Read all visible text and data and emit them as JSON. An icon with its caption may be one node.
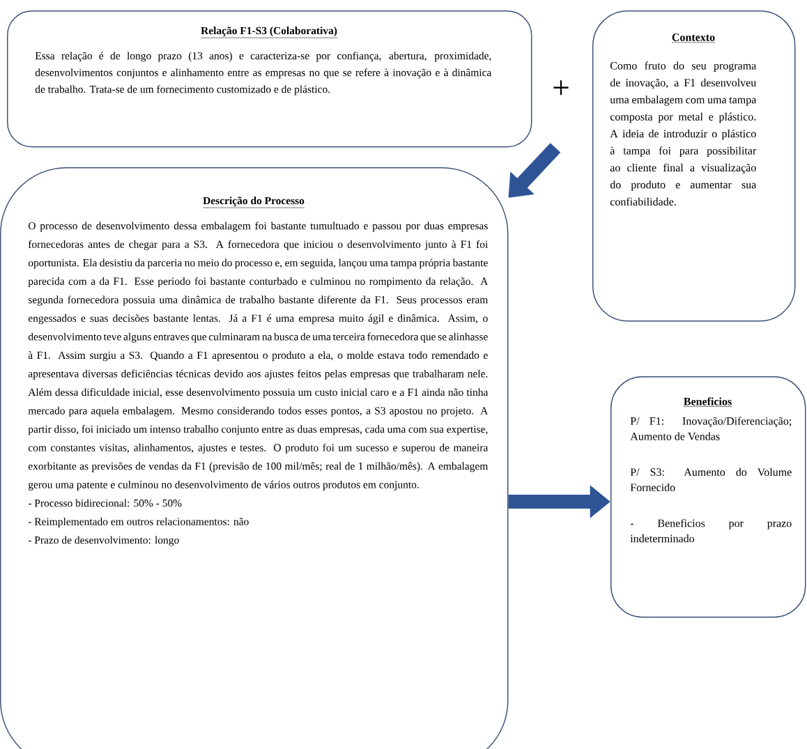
{
  "diagram": {
    "nodes": [
      {
        "text": [
          "Relação F1-S3 (Colaborativa)",
          "Essa relação é de longo prazo (13 anos) e caracteriza-se por confiança, abertura, proximidade, desenvolvimentos conjuntos e alinhamento entre as empresas no que se refere à inovação e à dinâmica de trabalho. Trata-se de um fornecimento customizado e de plástico."
        ]
      },
      {
        "text": [
          "Contexto",
          "Como fruto do seu programa de inovação, a F1 desenvolveu uma embalagem com uma tampa composta por metal e plástico. A ideia de introduzir o plástico à tampa foi para possibilitar ao cliente final a visualização do produto e aumentar sua confiabilidade."
        ]
      },
      {
        "text": [
          "Descrição do Processo",
          "O processo de desenvolvimento dessa embalagem foi bastante tumultuado e passou por duas empresas fornecedoras antes de chegar para a S3. A fornecedora que iniciou o desenvolvimento junto à F1 foi oportunista. Ela desistiu da parceria no meio do processo e, em seguida, lançou uma tampa própria bastante parecida com a da F1. Esse periodo foi bastante conturbado e culminou no rompimento da relação. A segunda fornecedora possuia uma dinâmica de trabalho bastante diferente da F1. Seus processos eram engessados e suas decisões bastante lentas. Já a F1 é uma empresa muito ágil e dinâmica. Assim, o desenvolvimento teve alguns entraves que culminaram na busca de uma terceira fornecedora que se alinhasse à F1. Assim surgiu a S3. Quando a F1 apresentou o produto a ela, o molde estava todo remendado e apresentava diversas deficiências técnicas devido aos ajustes feitos pelas empresas que trabalharam nele. Além dessa dificuldade inicial, esse desenvolvimento possuia um custo inicial caro e a F1 ainda não tinha mercado para aquela embalagem. Mesmo considerando todos esses pontos, a S3 apostou no projeto. A partir disso, foi iniciado um intenso trabalho conjunto entre as duas empresas, cada uma com sua expertise, com constantes visitas, alinhamentos, ajustes e testes. O produto foi um sucesso e superou de maneira exorbitante as previsões de vendas da F1 (previsão de 100 mil/mês; real de 1 milhão/mês). A embalagem gerou uma patente e culminou no desenvolvimento de vários outros produtos em conjunto.",
          "- Processo bidirecional: 50% - 50%",
          "- Reimplementado em outros relacionamentos: não",
          "- Prazo de desenvolvimento: longo"
        ]
      },
      {
        "text": [
          "Beneficios",
          "P/ F1: Inovação/Diferenciação; Aumento de Vendas",
          "P/ S3: Aumento do Volume Fornecido",
          "- Beneficios por prazo indeterminado"
        ]
      }
    ],
    "edges": [
      {
        "from": null,
        "to": 2,
        "arrow": "to"
      },
      {
        "from": 2,
        "to": 3,
        "arrow": "to"
      }
    ],
    "labels": [
      "+"
    ]
  }
}
